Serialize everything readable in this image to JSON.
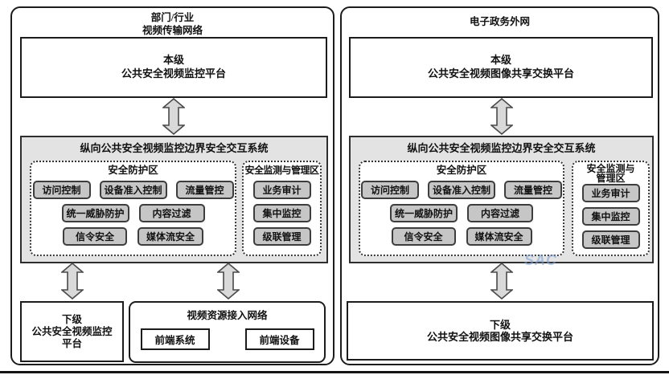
{
  "watermark": "SAC",
  "left": {
    "network_label": [
      "部门/行业",
      "视频传输网络"
    ],
    "platform_top": [
      "本级",
      "公共安全视频监控平台"
    ],
    "gateway": {
      "title": "纵向公共安全视频监控边界安全交互系统",
      "protection": {
        "title": "安全防护区",
        "row1": [
          "访问控制",
          "设备准入控制",
          "流量管控"
        ],
        "row2": [
          "统一威胁防护",
          "内容过滤"
        ],
        "row3": [
          "信令安全",
          "媒体流安全"
        ]
      },
      "monitor": {
        "title": [
          "安全监测与管理区"
        ],
        "buttons": [
          "业务审计",
          "集中监控",
          "级联管理"
        ]
      }
    },
    "platform_bottom": [
      "下级",
      "公共安全视频监控",
      "平台"
    ],
    "access_network": {
      "title": "视频资源接入网络",
      "front_system": "前端系统",
      "front_device": "前端设备"
    }
  },
  "right": {
    "network_label": [
      "电子政务外网"
    ],
    "platform_top": [
      "本级",
      "公共安全视频图像共享交换平台"
    ],
    "gateway": {
      "title": "纵向公共安全视频监控边界安全交互系统",
      "protection": {
        "title": "安全防护区",
        "row1": [
          "访问控制",
          "设备准入控制",
          "流量管控"
        ],
        "row2": [
          "统一威胁防护",
          "内容过滤"
        ],
        "row3": [
          "信令安全",
          "媒体流安全"
        ]
      },
      "monitor": {
        "title": [
          "安全监测与",
          "管理区"
        ],
        "buttons": [
          "业务审计",
          "集中监控",
          "级联管理"
        ]
      }
    },
    "platform_bottom": [
      "下级",
      "公共安全视频图像共享交换平台"
    ]
  }
}
